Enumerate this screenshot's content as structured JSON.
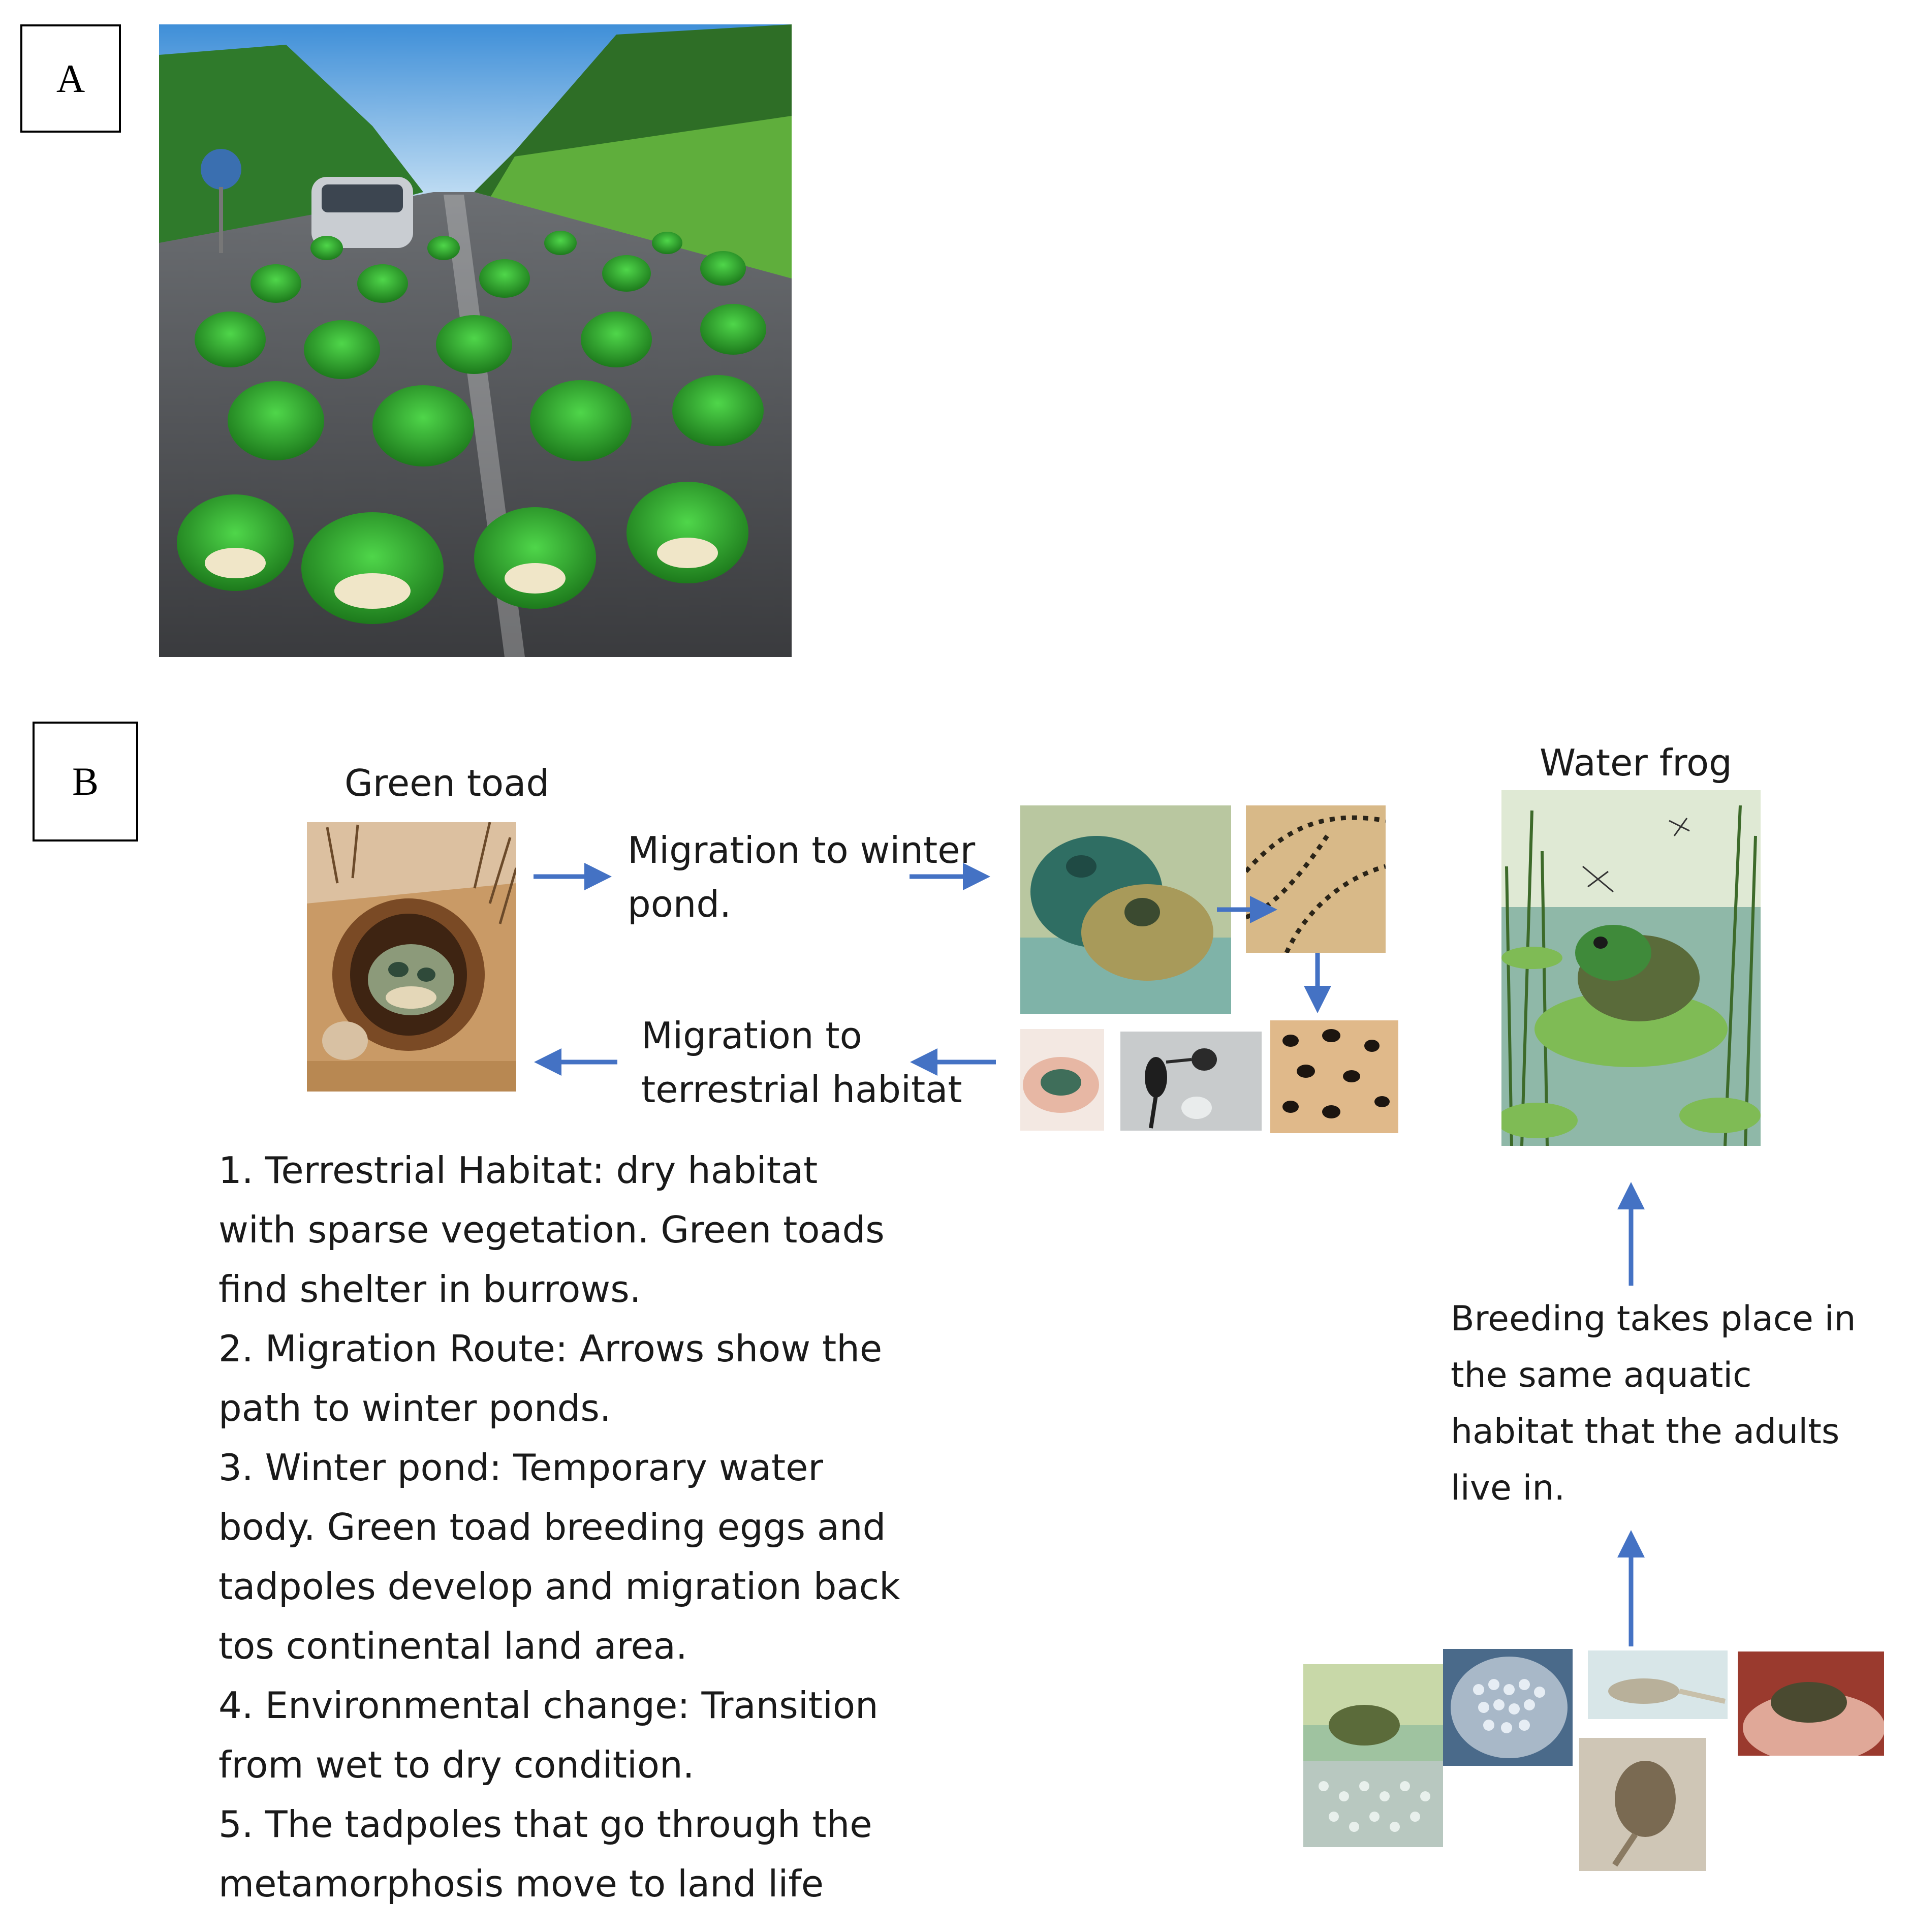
{
  "panel_a": {
    "label": "A",
    "image": "road-with-green-toads-photo"
  },
  "panel_b": {
    "label": "B",
    "green_toad": {
      "title": "Green toad",
      "image": "toad-in-burrow-image"
    },
    "migration_to_winter": [
      "Migration to winter",
      "pond."
    ],
    "migration_to_terrestrial": [
      "Migration to",
      "terrestrial habitat"
    ],
    "water_frog": {
      "title": "Water frog",
      "image": "frog-on-lily-pad-image"
    },
    "notes": [
      "1. Terrestrial Habitat: dry habitat",
      "with sparse vegetation. Green toads",
      "find shelter in burrows.",
      "2. Migration Route: Arrows show the",
      "path to winter ponds.",
      "3. Winter pond: Temporary water",
      "body. Green toad breeding eggs and",
      "tadpoles develop and migration back",
      "tos continental land area.",
      "4. Environmental change: Transition",
      "from wet to dry condition.",
      "5. The tadpoles that go through the",
      "metamorphosis move to land life"
    ],
    "breeding": [
      "Breeding takes place in",
      "the same aquatic",
      "habitat that the adults",
      "live in."
    ],
    "arrow_color": "#4472c4"
  }
}
